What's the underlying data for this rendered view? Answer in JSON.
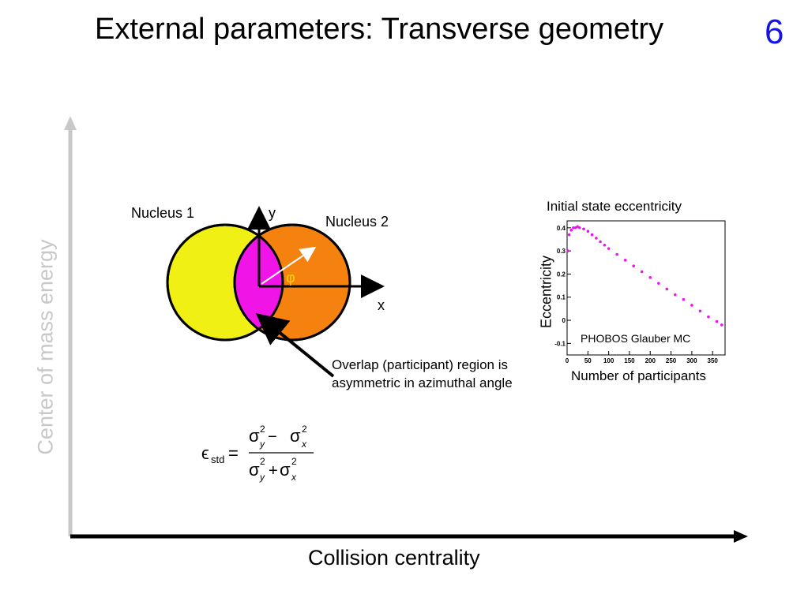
{
  "title": "External parameters: Transverse geometry",
  "slide_number": "6",
  "axes": {
    "vertical_label": "Center of mass energy",
    "horizontal_label": "Collision centrality"
  },
  "diagram": {
    "nucleus1_label": "Nucleus 1",
    "nucleus2_label": "Nucleus 2",
    "y_label": "y",
    "x_label": "x",
    "phi_label": "φ",
    "overlap_note": "Overlap (participant) region is asymmetric in azimuthal angle",
    "colors": {
      "nucleus1": "#f0f014",
      "nucleus2": "#f5820f",
      "overlap": "#f014e6",
      "phi": "#ffd700"
    }
  },
  "formula": {
    "lhs": "ϵ",
    "lhs_sub": "std",
    "equals": "=",
    "numerator": "σ²y − σ²x",
    "denominator": "σ²y + σ²x"
  },
  "chart_data": {
    "type": "scatter",
    "title": "Initial state eccentricity",
    "xlabel": "Number of participants",
    "ylabel": "Eccentricity",
    "annotation": "PHOBOS Glauber MC",
    "xlim": [
      0,
      380
    ],
    "ylim": [
      -0.15,
      0.43
    ],
    "xticks": [
      "0",
      "50",
      "100",
      "150",
      "200",
      "250",
      "300",
      "350"
    ],
    "yticks": [
      "-0.1",
      "0",
      "0.1",
      "0.2",
      "0.3",
      "0.4"
    ],
    "color": "#e619e6",
    "x": [
      2,
      5,
      10,
      15,
      20,
      25,
      30,
      40,
      50,
      60,
      70,
      80,
      90,
      100,
      120,
      140,
      160,
      180,
      200,
      220,
      240,
      260,
      280,
      300,
      320,
      340,
      360,
      372
    ],
    "y": [
      0.3,
      0.37,
      0.39,
      0.4,
      0.4,
      0.405,
      0.4,
      0.395,
      0.385,
      0.37,
      0.355,
      0.34,
      0.325,
      0.31,
      0.285,
      0.26,
      0.235,
      0.21,
      0.185,
      0.16,
      0.135,
      0.11,
      0.09,
      0.065,
      0.04,
      0.015,
      -0.005,
      -0.02
    ]
  }
}
